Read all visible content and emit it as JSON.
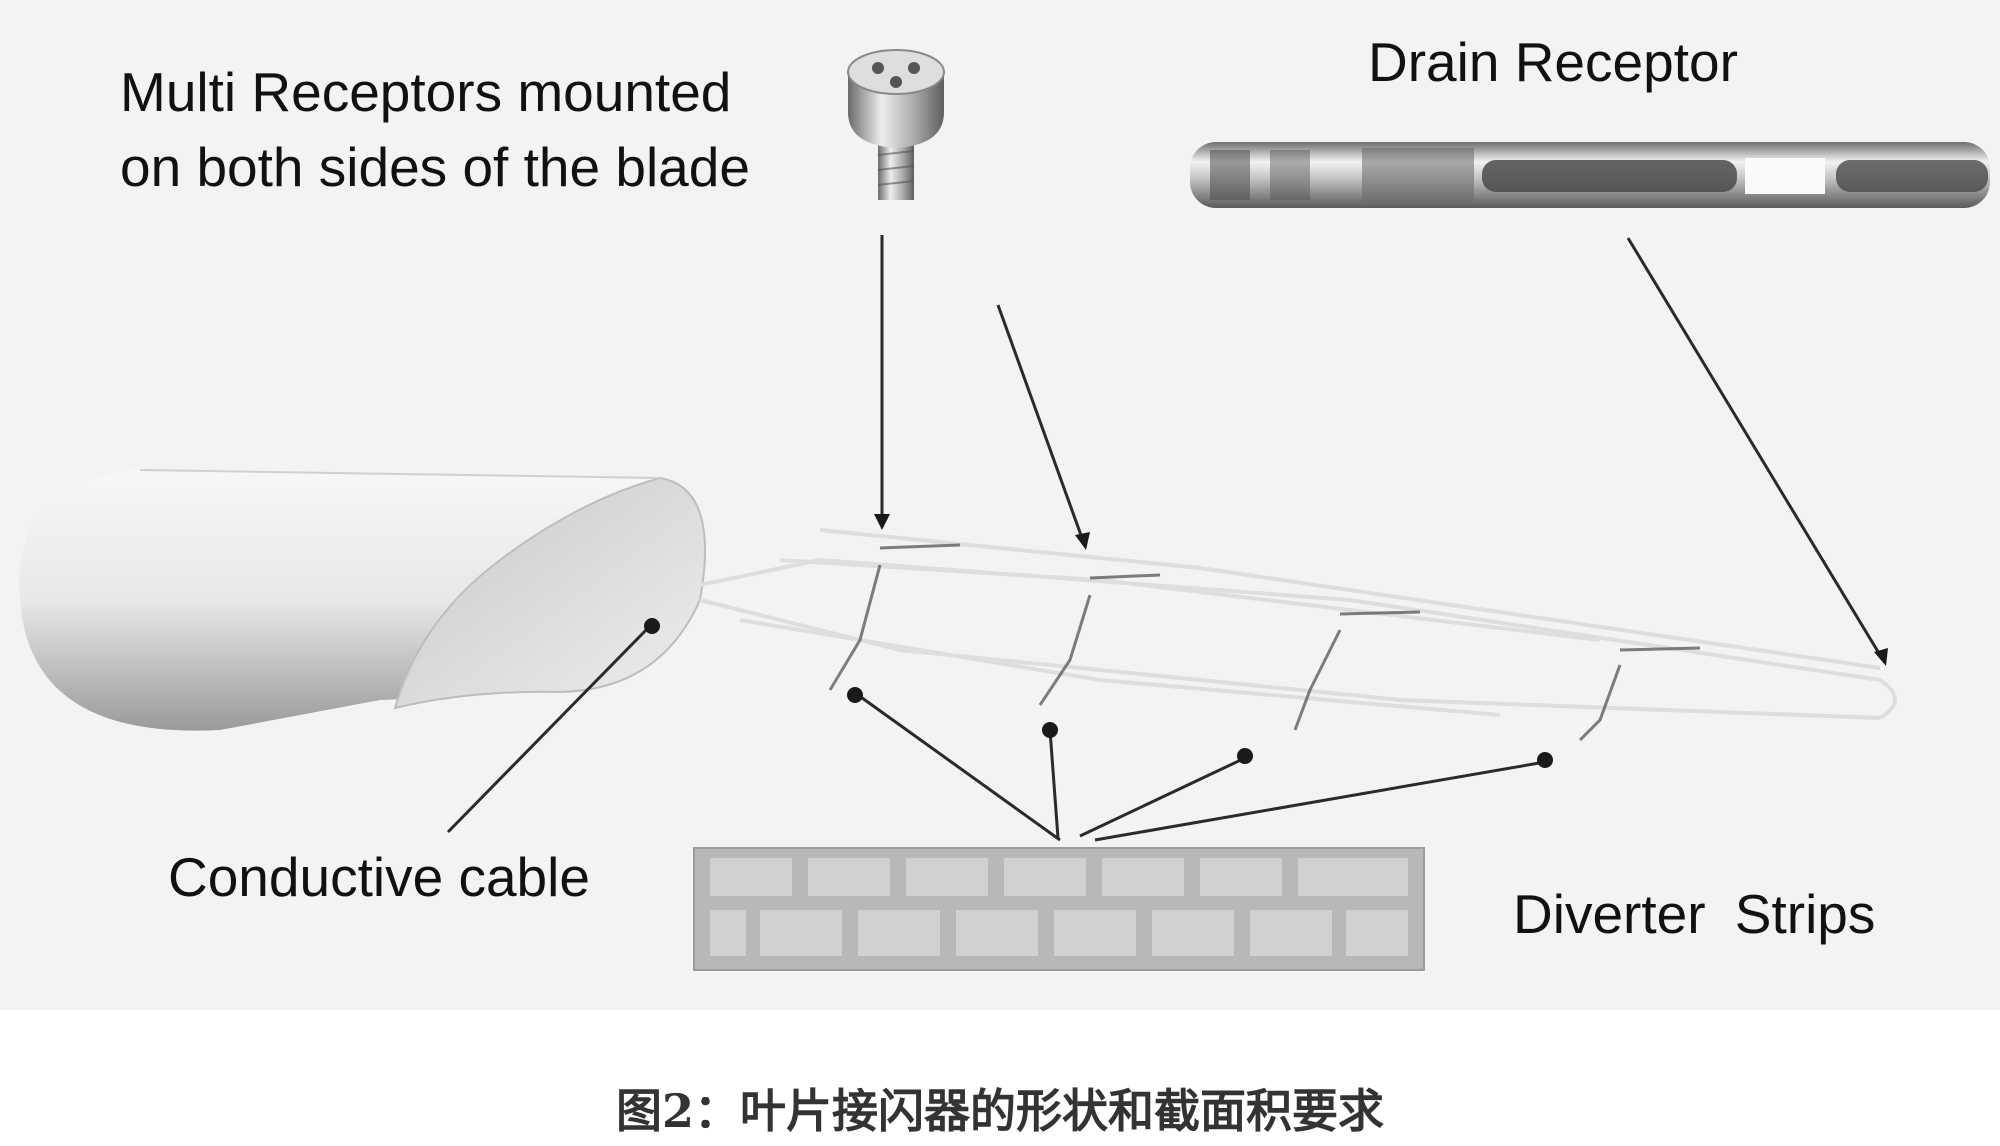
{
  "labels": {
    "multi_receptors_line1": "Multi Receptors mounted",
    "multi_receptors_line2": "on both sides of the blade",
    "drain_receptor": "Drain Receptor",
    "conductive_cable": "Conductive cable",
    "diverter_strips": "Diverter  Strips"
  },
  "caption": "图2：叶片接闪器的形状和截面积要求",
  "colors": {
    "background": "#f3f3f3",
    "leader_line": "#2a2a2a",
    "metal": "#b8b8b8",
    "strip": "#b5b5b5",
    "caption_text": "#333333"
  }
}
